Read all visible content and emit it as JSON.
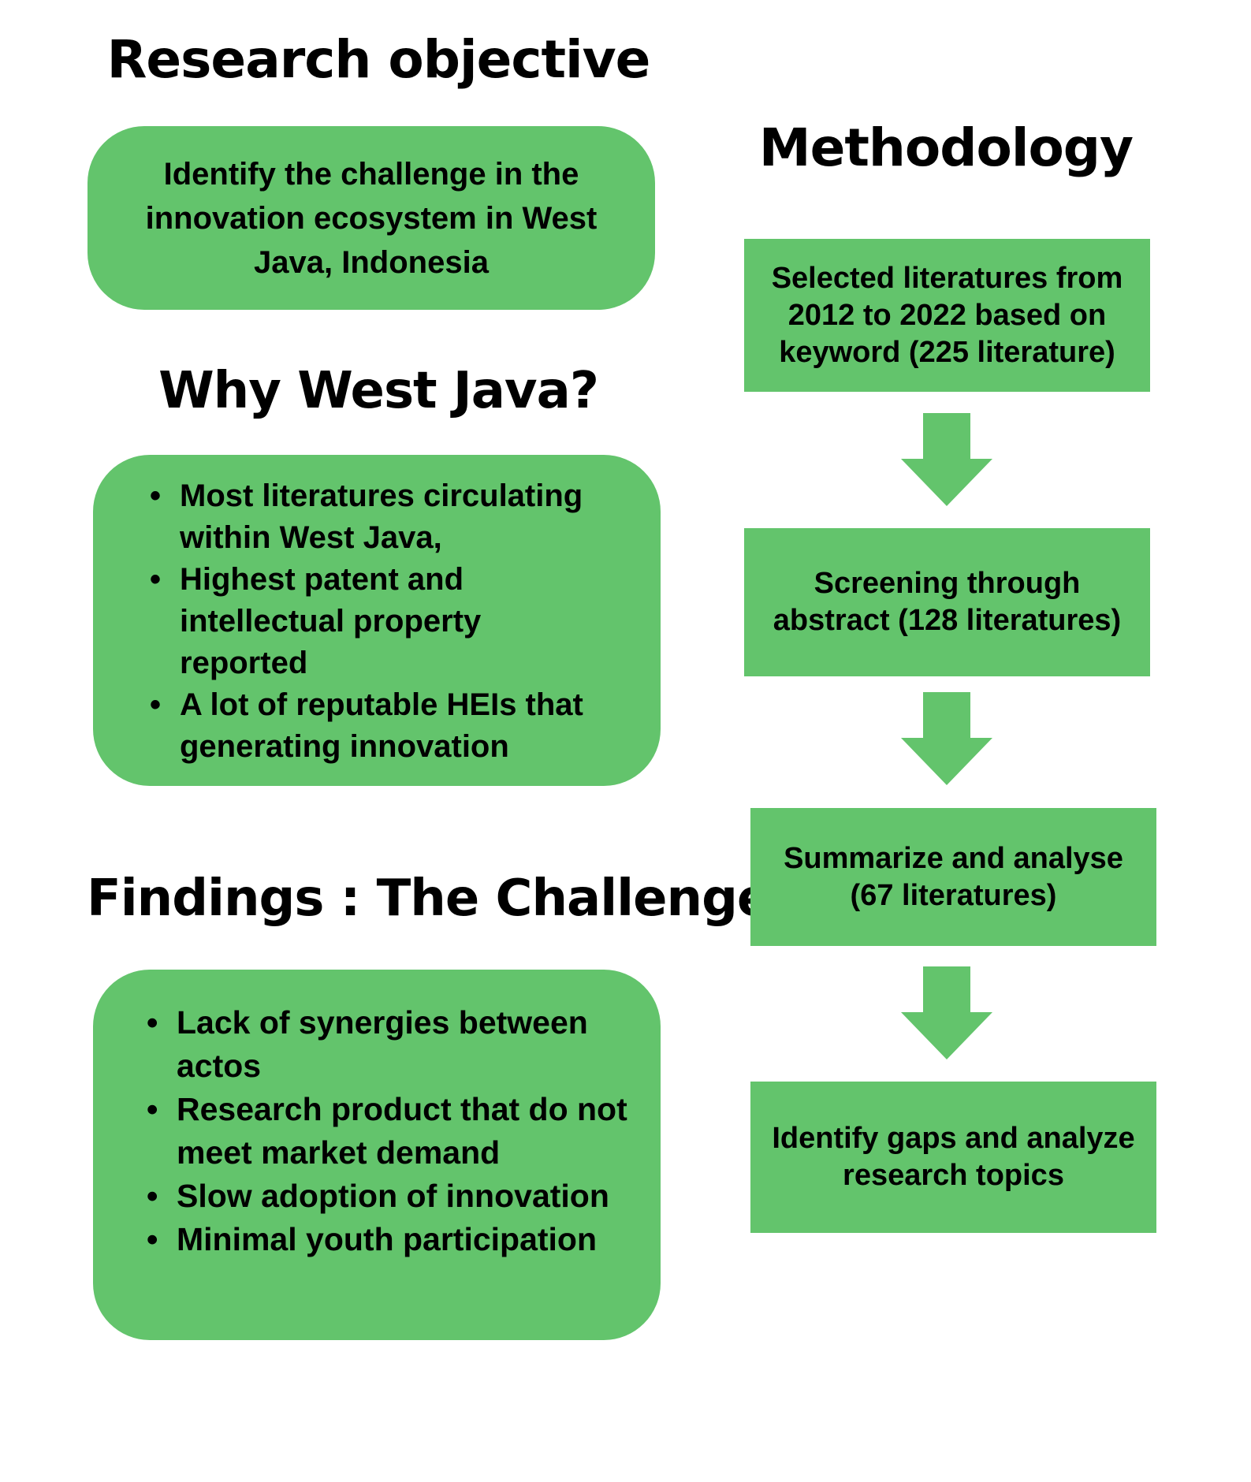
{
  "left": {
    "objective": {
      "heading": "Research objective",
      "text": "Identify the challenge in the innovation ecosystem in West Java, Indonesia"
    },
    "why": {
      "heading": "Why West Java?",
      "bullets": [
        "Most literatures circulating within West Java,",
        "Highest patent and intellectual property reported",
        "A lot of reputable HEIs that generating innovation"
      ]
    },
    "findings": {
      "heading": "Findings : The Challenge",
      "bullets": [
        "Lack of synergies between actos",
        "Research product that do not meet market demand",
        "Slow adoption of innovation",
        "Minimal youth participation"
      ]
    }
  },
  "methodology": {
    "heading": "Methodology",
    "steps": [
      "Selected literatures from 2012 to 2022 based on keyword (225 literature)",
      "Screening through abstract (128 literatures)",
      "Summarize and analyse (67 literatures)",
      "Identify gaps and analyze research topics"
    ]
  },
  "colors": {
    "box_fill": "#63c46c",
    "text": "#000000",
    "background": "#ffffff"
  }
}
